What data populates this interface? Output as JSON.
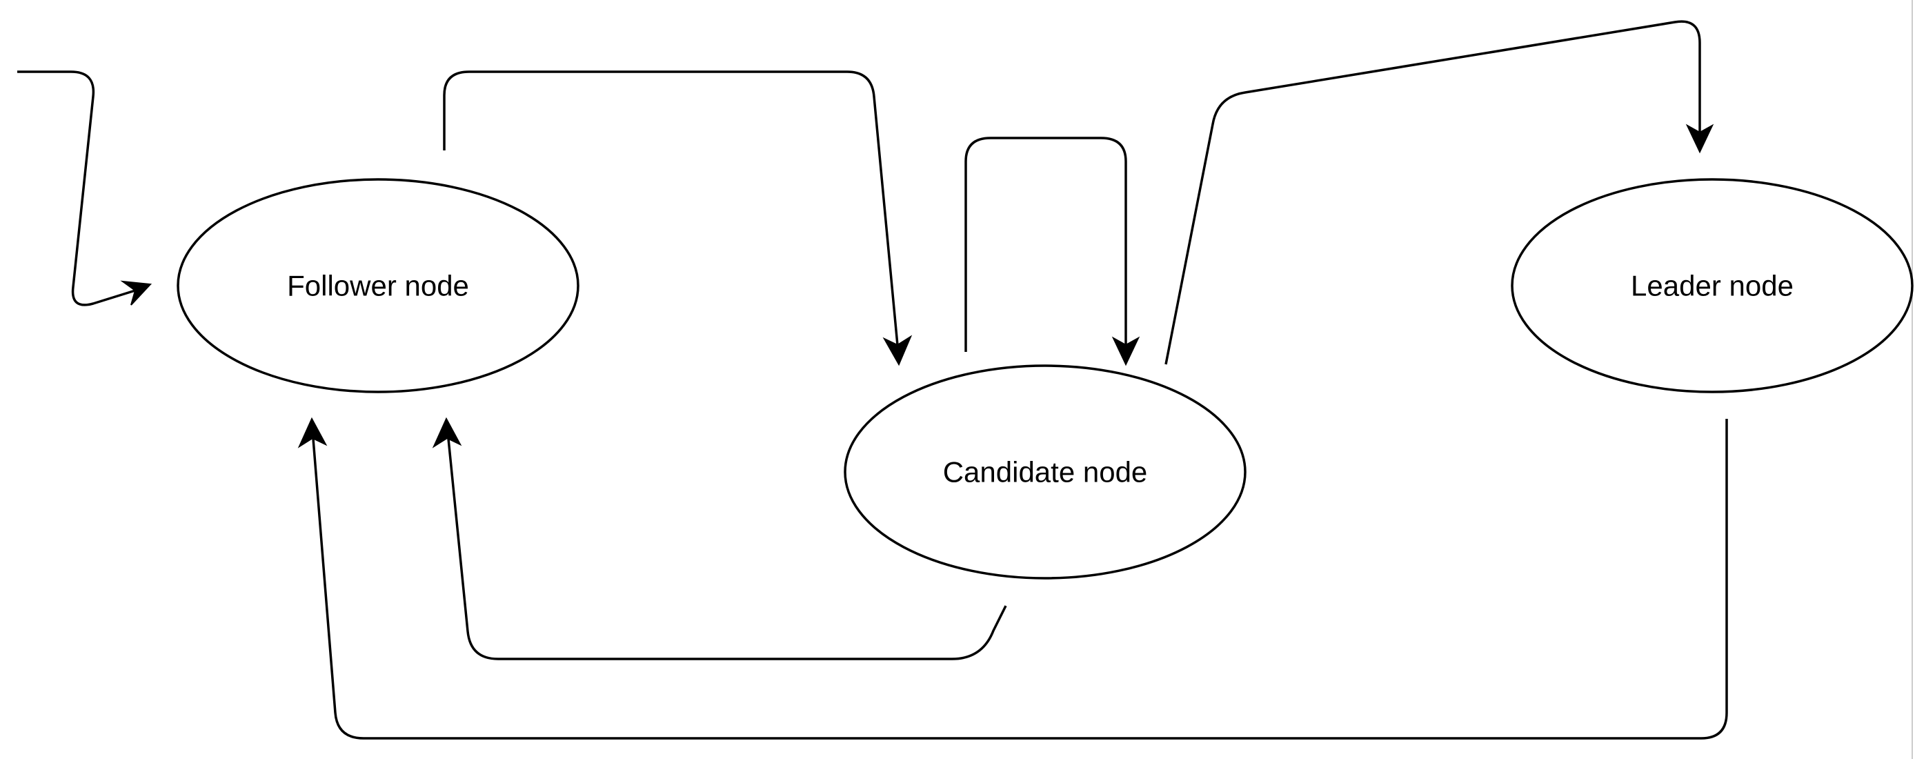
{
  "diagram": {
    "nodes": {
      "follower": {
        "label": "Follower node"
      },
      "candidate": {
        "label": "Candidate node"
      },
      "leader": {
        "label": "Leader node"
      }
    },
    "edges": [
      {
        "id": "start-to-follower",
        "from": "",
        "to": "follower"
      },
      {
        "id": "follower-to-candidate",
        "from": "follower",
        "to": "candidate"
      },
      {
        "id": "candidate-self-loop",
        "from": "candidate",
        "to": "candidate"
      },
      {
        "id": "candidate-to-leader",
        "from": "candidate",
        "to": "leader"
      },
      {
        "id": "candidate-to-follower",
        "from": "candidate",
        "to": "follower"
      },
      {
        "id": "leader-to-follower",
        "from": "leader",
        "to": "follower"
      }
    ],
    "colors": {
      "stroke": "#000000",
      "background": "#ffffff"
    }
  }
}
